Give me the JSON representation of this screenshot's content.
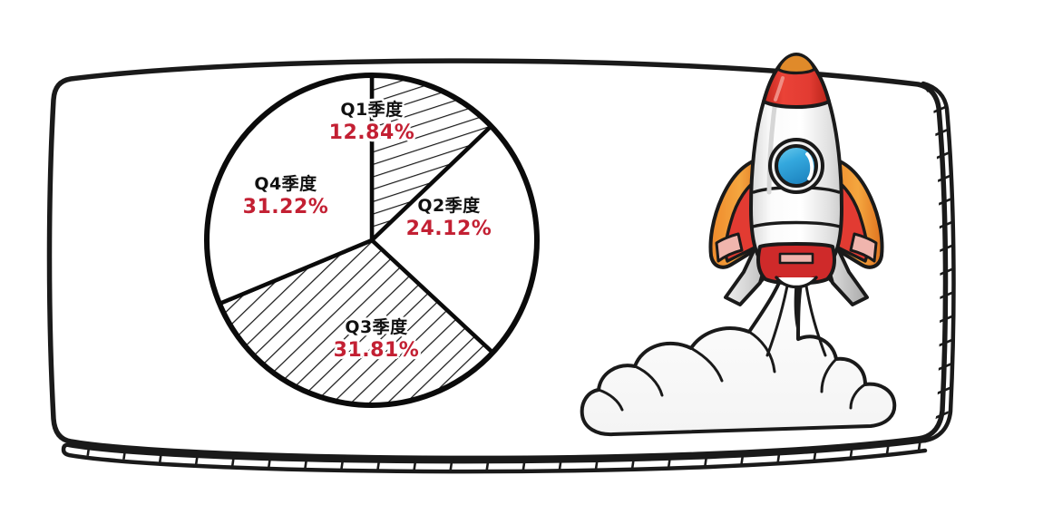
{
  "frame": {
    "name": "hand-drawn-sketch-frame",
    "style": "doodle rounded rectangle with hatched shadow band",
    "stroke_color": "#1a1a1a",
    "background_color": "#ffffff"
  },
  "chart_data": {
    "type": "pie",
    "title": "",
    "categories": [
      "Q1季度",
      "Q2季度",
      "Q3季度",
      "Q4季度"
    ],
    "values": [
      12.84,
      24.12,
      31.81,
      31.22
    ],
    "value_labels": [
      "12.84%",
      "24.12%",
      "31.81%",
      "31.22%"
    ],
    "unit": "%",
    "legend": "none",
    "grid": false,
    "start_angle_deg": 0,
    "direction": "clockwise",
    "slice_fill": "white",
    "slice_patterns": [
      "diagonal-hatch",
      "none",
      "diagonal-hatch",
      "none"
    ],
    "label_color": "#111111",
    "value_color": "#c32033",
    "outline_color": "#000000",
    "slices": [
      {
        "label": "Q1季度",
        "value": 12.84,
        "display": "12.84%",
        "pattern": "diagonal-hatch"
      },
      {
        "label": "Q2季度",
        "value": 24.12,
        "display": "24.12%",
        "pattern": "none"
      },
      {
        "label": "Q3季度",
        "value": 31.81,
        "display": "31.81%",
        "pattern": "diagonal-hatch"
      },
      {
        "label": "Q4季度",
        "value": 31.22,
        "display": "31.22%",
        "pattern": "none"
      }
    ]
  },
  "illustration": {
    "name": "launching-rocket",
    "description": "cartoon rocket lifting off with exhaust smoke cloud",
    "colors": {
      "nose_cone": "#e23b32",
      "nose_tip": "#e08a2a",
      "body": "#f2f2f2",
      "window_glass": "#3aaee0",
      "wing_outer": "#f08a2e",
      "wing_inner": "#e23b32",
      "engine_ring": "#cf2a2a",
      "leg": "#c9c9c9",
      "smoke": "#ffffff",
      "outline": "#1a1a1a"
    }
  }
}
